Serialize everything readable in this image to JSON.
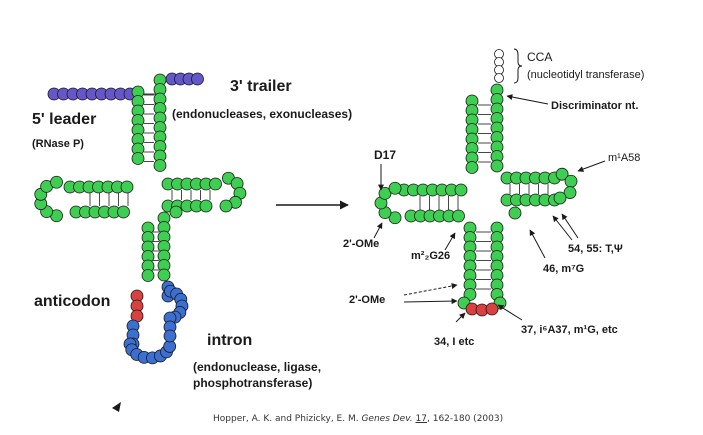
{
  "colors": {
    "stem": "#3ecf52",
    "leader": "#6457c9",
    "intron": "#3b6fd2",
    "anticodon": "#d94141",
    "cca": "#ffffff",
    "outline": "#1a1a1a"
  },
  "pre_trna": {
    "leader_title": "5' leader",
    "leader_enzyme": "(RNase P)",
    "trailer_title": "3' trailer",
    "trailer_enzyme": "(endonucleases, exonucleases)",
    "anticodon": "anticodon",
    "intron_title": "intron",
    "intron_enzyme_line1": "(endonuclease, ligase,",
    "intron_enzyme_line2": "phosphotransferase)"
  },
  "mature_trna": {
    "cca": "CCA",
    "cca_enzyme": "(nucleotidyl transferase)",
    "discriminator": "Discriminator nt.",
    "d17": "D17",
    "m1a58": "m¹A58",
    "ome_d": "2'-OMe",
    "m22g26": "m²₂G26",
    "t_psi": "54, 55: T,Ψ",
    "m7g": "46, m⁷G",
    "ome_ac": "2'-OMe",
    "i34": "34, I etc",
    "pos37": "37, i⁶A37, m¹G,  etc"
  },
  "citation": {
    "prefix": "Hopper, A. K. and Phizicky, E. M. ",
    "journal": "Genes Dev.",
    "volume": "17",
    "pages": ", 162-180 (2003)"
  }
}
